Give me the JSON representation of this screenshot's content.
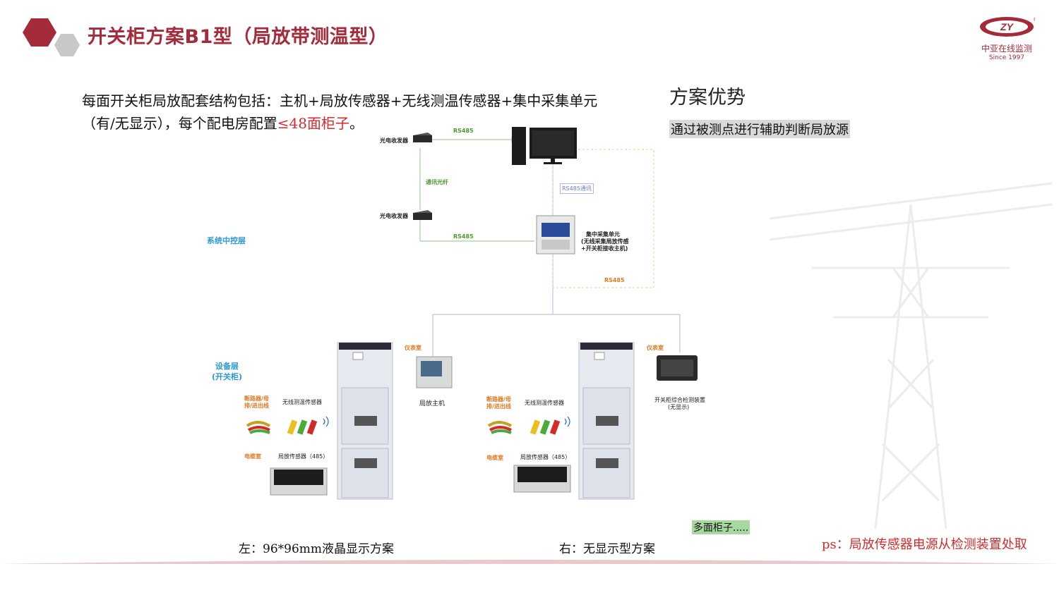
{
  "header": {
    "title": "开关柜方案B1型（局放带测温型）",
    "logo_text": "中亚在线监测",
    "logo_since": "Since 1997",
    "logo_mark": "ZY",
    "logo_registered": "®"
  },
  "intro": {
    "line1": "每面开关柜局放配套结构包括：主机+局放传感器+无线测温传感器+集中采集单元",
    "line2_prefix": "（有/无显示），每个配电房配置",
    "line2_highlight": "≤48面柜子",
    "line2_suffix": "。"
  },
  "advantages": {
    "title": "方案优势",
    "item": "通过被测点进行辅助判断局放源"
  },
  "diagram": {
    "transceiver_top": "光电收发器",
    "transceiver_bottom": "光电收发器",
    "rs485_top": "RS485",
    "rs485_mid": "RS485",
    "rs485_right": "RS485",
    "fiber": "通讯光纤",
    "rs485_comm": "RS485通讯",
    "collector_line1": "集中采集单元",
    "collector_line2": "(无线采集局放传感",
    "collector_line3": "+开关柜接收主机)",
    "system_layer": "系统中控层",
    "device_layer_1": "设备层",
    "device_layer_2": "(开关柜)",
    "left": {
      "instrument_room": "仪表室",
      "breaker_1": "断路器/母",
      "breaker_2": "排/进出线",
      "wireless_temp": "无线测温传感器",
      "cable_room": "电缆室",
      "pd_sensor": "局放传感器（485）",
      "host": "局放主机"
    },
    "right": {
      "instrument_room": "仪表室",
      "breaker_1": "断路器/母",
      "breaker_2": "排/进出线",
      "wireless_temp": "无线测温传感器",
      "cable_room": "电缆室",
      "pd_sensor": "局放传感器（485）",
      "device_1": "开关柜综合检测装置",
      "device_2": "(无显示)"
    }
  },
  "captions": {
    "left": "左：96*96mm液晶显示方案",
    "right": "右：无显示型方案",
    "more": "多面柜子.....",
    "ps": "ps：局放传感器电源从检测装置处取"
  },
  "colors": {
    "brand": "#a52a3a",
    "highlight_red": "#d42a2a",
    "line_green": "#4a9a2a",
    "line_orange": "#e07a20",
    "line_blue": "#2a9ad4"
  }
}
